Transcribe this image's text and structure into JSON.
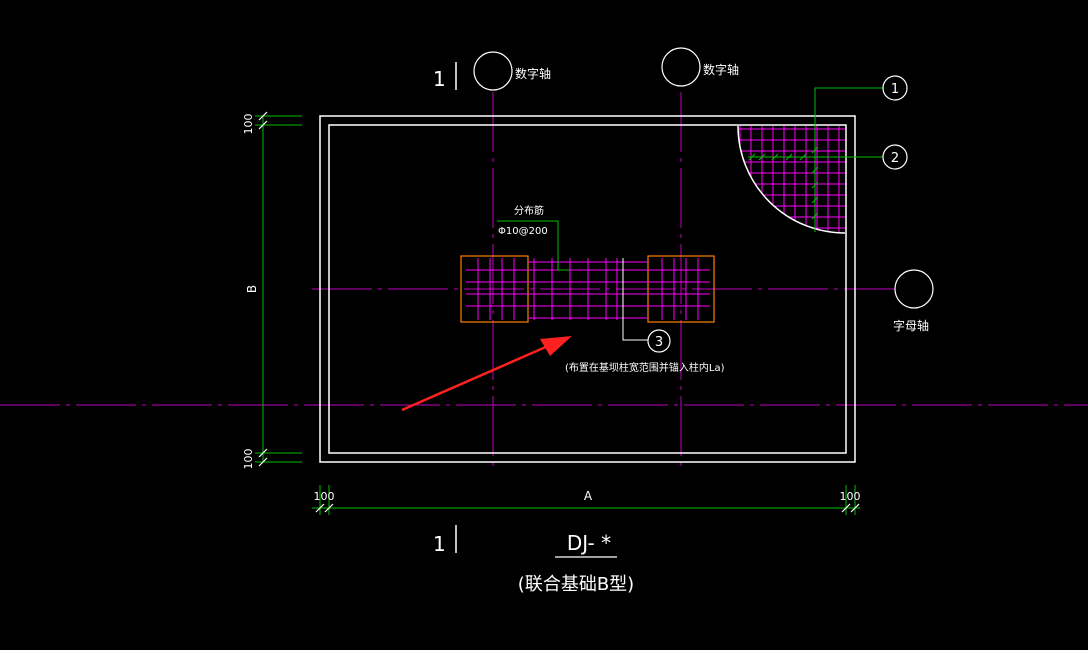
{
  "drawing": {
    "section_mark_top": "1",
    "section_mark_bottom": "1",
    "axis_number_label_1": "数字轴",
    "axis_number_label_2": "数字轴",
    "axis_letter_label": "字母轴",
    "dim_top_100": "100",
    "dim_bottom_100": "100",
    "dim_B": "B",
    "dim_left_100": "100",
    "dim_A": "A",
    "dim_right_100": "100",
    "dist_bar_title": "分布筋",
    "dist_bar_spec": "Φ10@200",
    "callout_1": "1",
    "callout_2": "2",
    "callout_3": "3",
    "callout_3_note": "(布置在基坝柱宽范围并锚入柱内La)",
    "title": "DJ- *",
    "subtitle": "(联合基础B型)"
  },
  "colors": {
    "background": "#000000",
    "outline": "#ffffff",
    "axis": "#c000c0",
    "rebar": "#ff00ff",
    "dimension": "#00c000",
    "column": "#ff8000",
    "arrow": "#ff2020",
    "text": "#ffffff"
  }
}
